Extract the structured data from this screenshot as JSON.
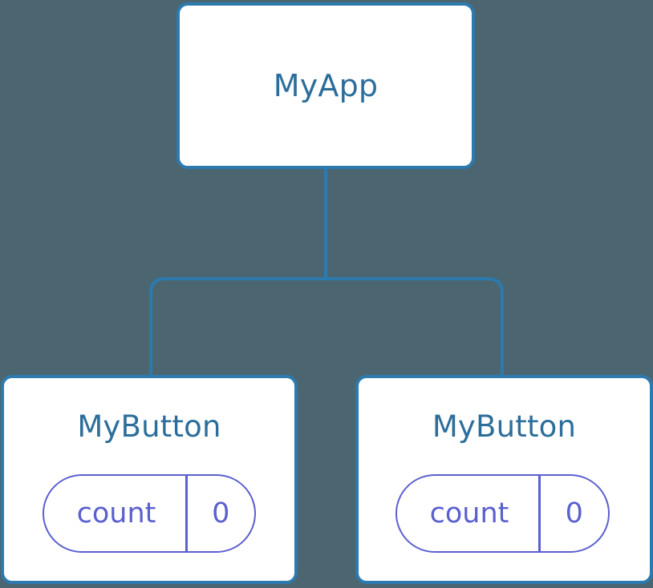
{
  "diagram": {
    "type": "component-tree",
    "background_color": "#4b6671",
    "node_border_color": "#2c7aae",
    "node_title_color": "#2c6e9b",
    "node_fill_color": "#ffffff",
    "state_pill_color": "#5b60cf",
    "edge_color": "#2c7aae",
    "root": {
      "id": "myapp",
      "label": "MyApp"
    },
    "children": [
      {
        "id": "mybutton-1",
        "label": "MyButton",
        "state": {
          "key": "count",
          "value": "0"
        }
      },
      {
        "id": "mybutton-2",
        "label": "MyButton",
        "state": {
          "key": "count",
          "value": "0"
        }
      }
    ],
    "edges": [
      {
        "from": "myapp",
        "to": "mybutton-1"
      },
      {
        "from": "myapp",
        "to": "mybutton-2"
      }
    ]
  }
}
